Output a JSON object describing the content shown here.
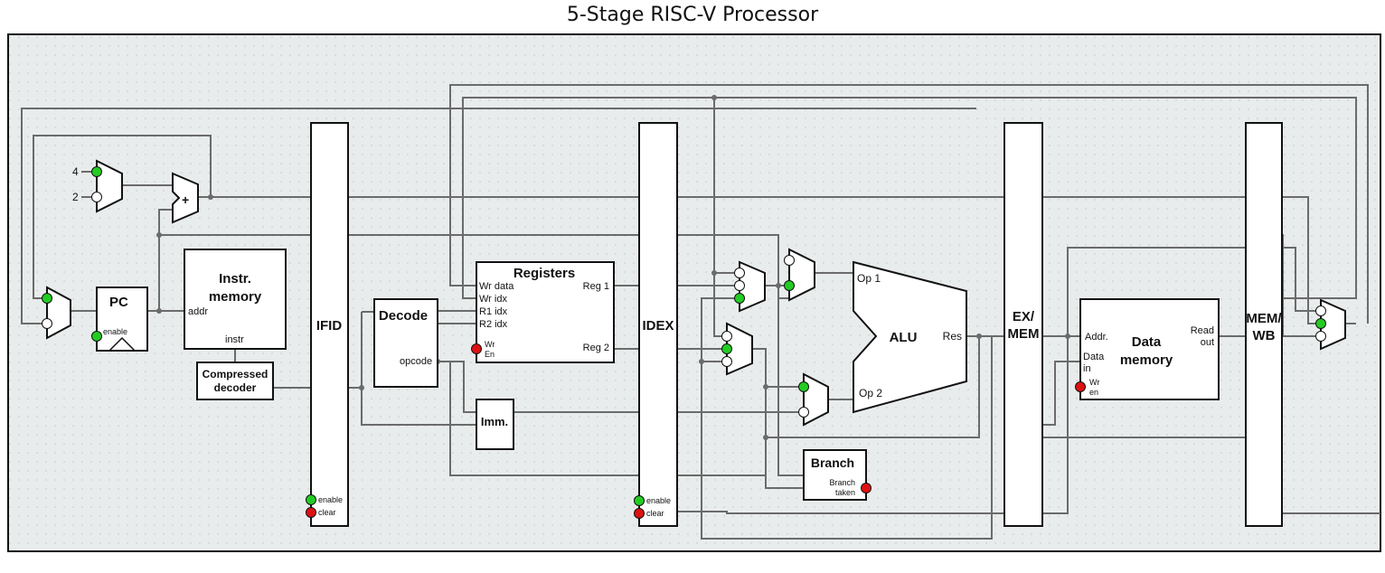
{
  "title": "5-Stage RISC-V Processor",
  "colors": {
    "port_active": "#22cc22",
    "port_alert": "#dd1111",
    "port_idle": "#ffffff",
    "wire": "#6b6b6b",
    "frame": "#111111",
    "grid_bg": "#e9ecec"
  },
  "constants": {
    "four": "4",
    "two": "2"
  },
  "pc": {
    "label": "PC",
    "enable": "enable"
  },
  "adder": {
    "symbol": "+"
  },
  "instr_memory": {
    "title_line1": "Instr.",
    "title_line2": "memory",
    "addr": "addr",
    "instr": "instr"
  },
  "compressed_decoder": {
    "line1": "Compressed",
    "line2": "decoder"
  },
  "ifid": {
    "label": "IFID",
    "enable": "enable",
    "clear": "clear"
  },
  "decode": {
    "label": "Decode",
    "opcode": "opcode"
  },
  "registers": {
    "title": "Registers",
    "wr_data": "Wr data",
    "wr_idx": "Wr idx",
    "r1_idx": "R1 idx",
    "r2_idx": "R2 idx",
    "wr": "Wr",
    "en": "En",
    "reg1": "Reg 1",
    "reg2": "Reg 2"
  },
  "imm": {
    "label": "Imm."
  },
  "idex": {
    "label": "IDEX",
    "enable": "enable",
    "clear": "clear"
  },
  "alu": {
    "label": "ALU",
    "op1": "Op 1",
    "op2": "Op 2",
    "res": "Res"
  },
  "branch": {
    "label": "Branch",
    "taken_line1": "Branch",
    "taken_line2": "taken"
  },
  "exmem": {
    "line1": "EX/",
    "line2": "MEM"
  },
  "data_memory": {
    "title_line1": "Data",
    "title_line2": "memory",
    "addr": "Addr.",
    "data_in_line1": "Data",
    "data_in_line2": "in",
    "wr": "Wr",
    "en": "en",
    "read_out_line1": "Read",
    "read_out_line2": "out"
  },
  "memwb": {
    "line1": "MEM/",
    "line2": "WB"
  }
}
